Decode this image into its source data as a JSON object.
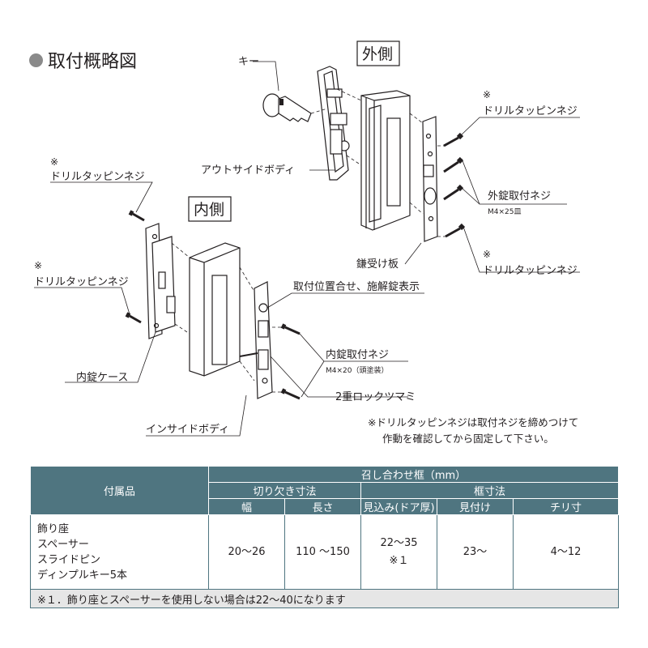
{
  "header": {
    "title": "取付概略図"
  },
  "labels": {
    "outer_side": "外側",
    "inner_side": "内側",
    "key": "キー",
    "outside_body": "アウトサイドボディ",
    "drill_screw": "ドリルタッピンネジ",
    "asterisk": "※",
    "outer_lock_screw": "外錠取付ネジ",
    "outer_lock_screw_size": "M4×25皿",
    "strike_plate": "鎌受け板",
    "alignment_indicator": "取付位置合せ、施解錠表示",
    "inner_lock_screw": "内錠取付ネジ",
    "inner_lock_screw_size": "M4×20（頭塗装）",
    "double_lock_knob": "2重ロックツマミ",
    "inner_lock_case": "内錠ケース",
    "inside_body": "インサイドボディ"
  },
  "note": {
    "line1": "※ドリルタッピンネジは取付ネジを締めつけて",
    "line2": "作動を確認してから固定して下さい。"
  },
  "table": {
    "accessories_header": "付属品",
    "frame_header": "召し合わせ框（mm）",
    "cutout_header": "切り欠き寸法",
    "frame_dim_header": "框寸法",
    "width_header": "幅",
    "length_header": "長さ",
    "depth_header": "見込み(ドア厚)",
    "face_header": "見付け",
    "chiri_header": "チリ寸",
    "accessories": [
      "飾り座",
      "スペーサー",
      "スライドピン",
      "ディンプルキー5本"
    ],
    "width_value": "20〜26",
    "length_value": "110 〜150",
    "depth_value": "22〜35",
    "depth_note": "※１",
    "face_value": "23〜",
    "chiri_value": "4〜12",
    "footnote": "※１．飾り座とスペーサーを使用しない場合は22〜40になります"
  },
  "colors": {
    "table_header": "#4f7580",
    "footnote_bg": "#e6e6e6",
    "title_dot": "#8a8a8a"
  }
}
